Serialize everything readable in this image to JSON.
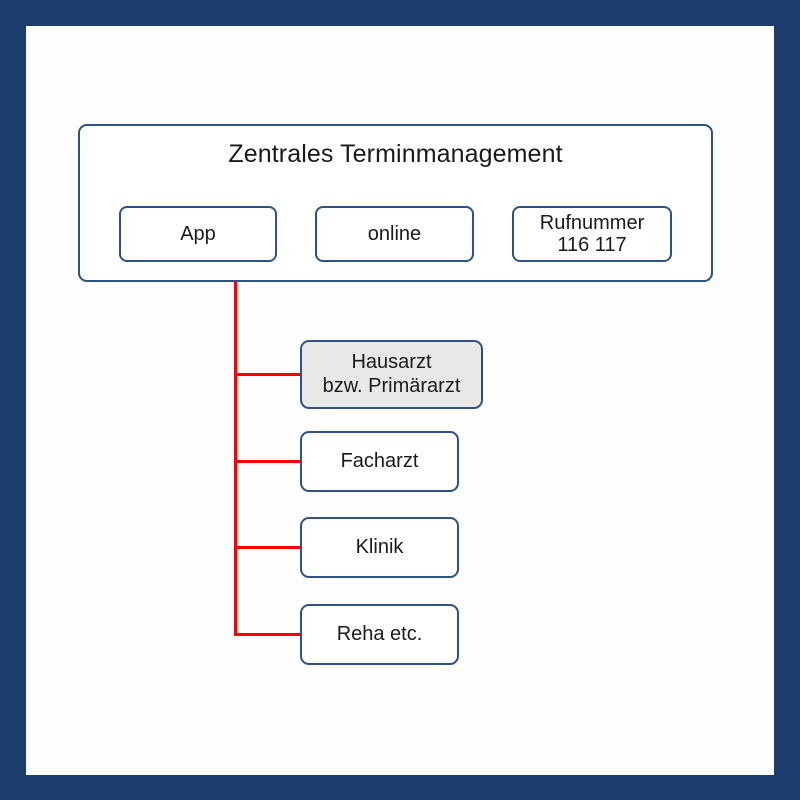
{
  "frame": {
    "border_color": "#1C3D6E",
    "canvas_color": "#FDFDFD"
  },
  "header": {
    "title": "Zentrales Terminmanagement",
    "border_color": "#2E5288",
    "options": [
      {
        "label": "App"
      },
      {
        "label": "online"
      },
      {
        "label": "Rufnummer\n116 117"
      }
    ]
  },
  "connectors": {
    "color": "#FF0000",
    "style": "orthogonal-tree"
  },
  "nodes": [
    {
      "label": "Hausarzt\nbzw. Primärarzt",
      "fill": "#E8E8E8"
    },
    {
      "label": "Facharzt",
      "fill": "#FFFFFF"
    },
    {
      "label": "Klinik",
      "fill": "#FFFFFF"
    },
    {
      "label": "Reha etc.",
      "fill": "#FFFFFF"
    }
  ]
}
